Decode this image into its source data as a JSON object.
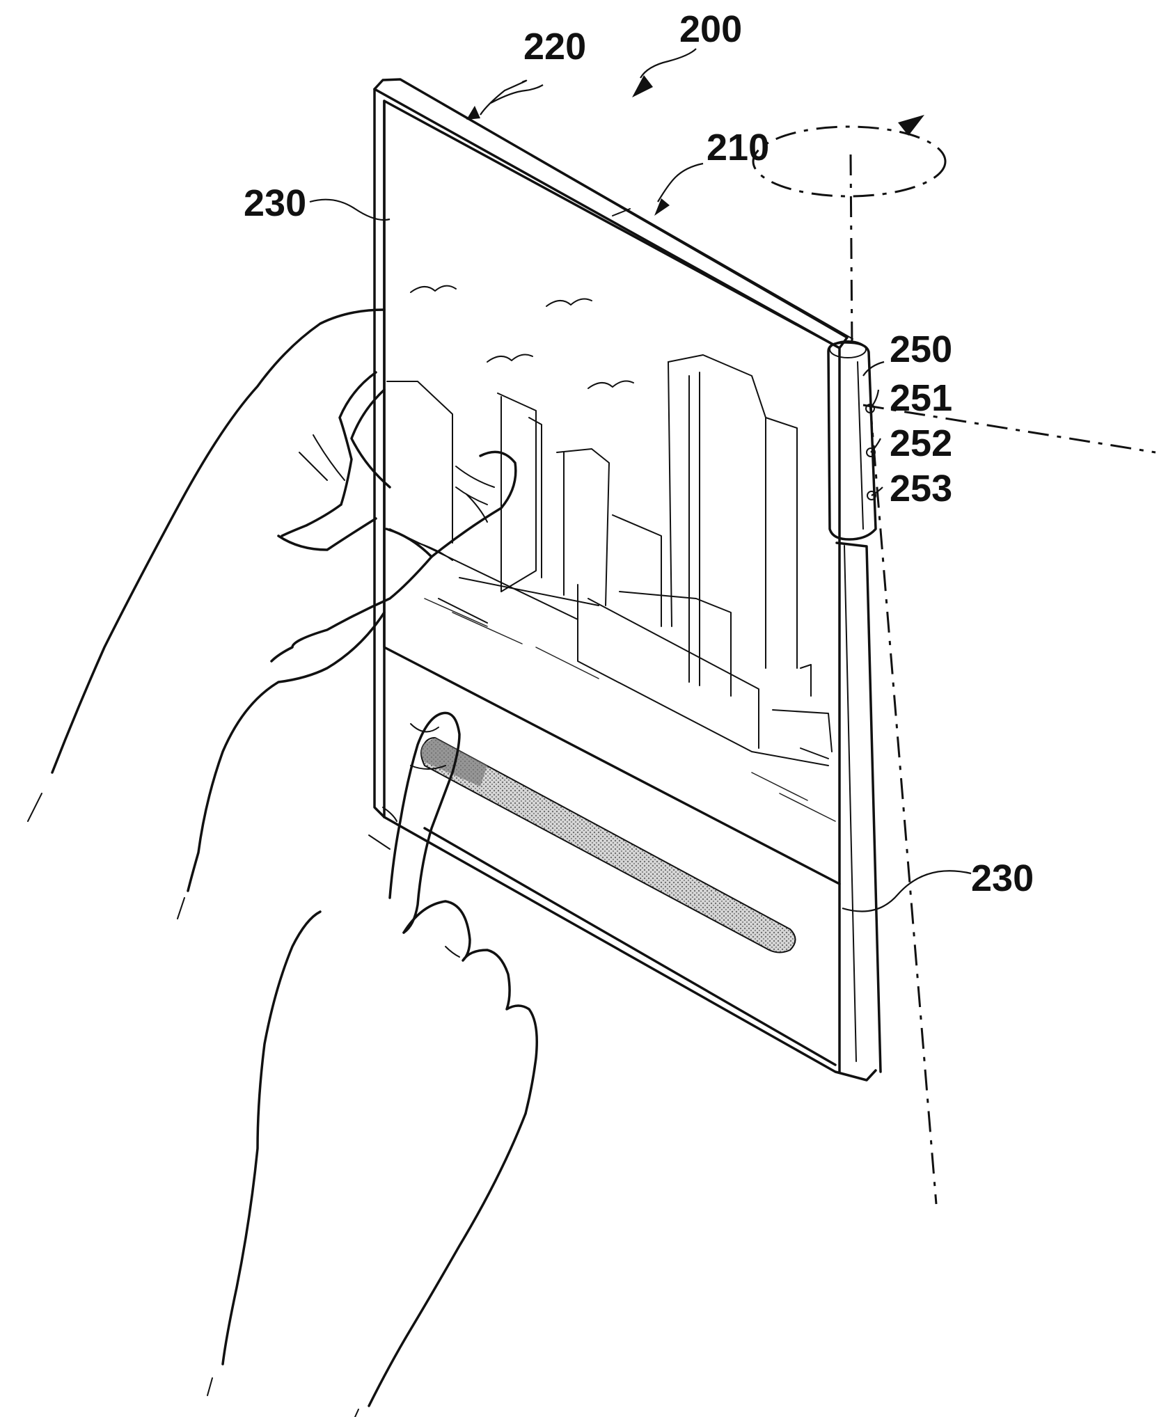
{
  "figure": {
    "description_free": true,
    "labels": {
      "device": "200",
      "upper_housing": "220",
      "hinge_housing": "210",
      "display_upper": "230",
      "display_lower": "230",
      "pen_holder": "250",
      "button_1": "251",
      "button_2": "252",
      "button_3": "253"
    }
  },
  "colors": {
    "line": "#111111",
    "background": "#ffffff",
    "scrollbar_fill": "#9a9a9a"
  }
}
